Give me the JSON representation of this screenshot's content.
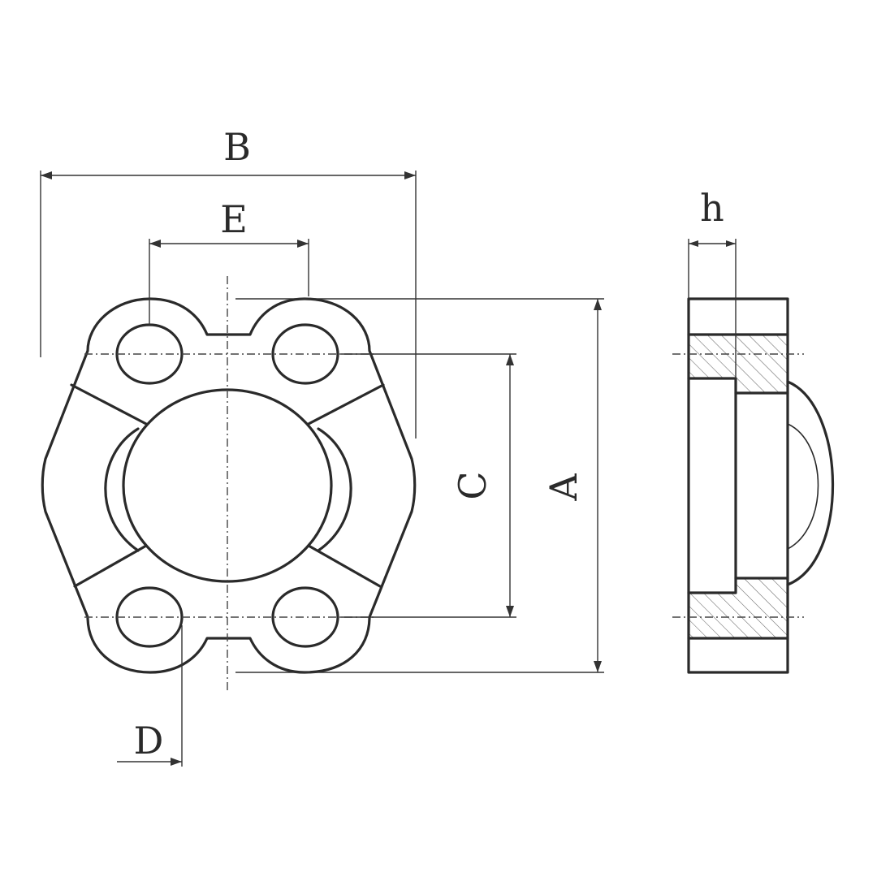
{
  "labels": {
    "A": "A",
    "B": "B",
    "C": "C",
    "D": "D",
    "E": "E",
    "h": "h"
  }
}
